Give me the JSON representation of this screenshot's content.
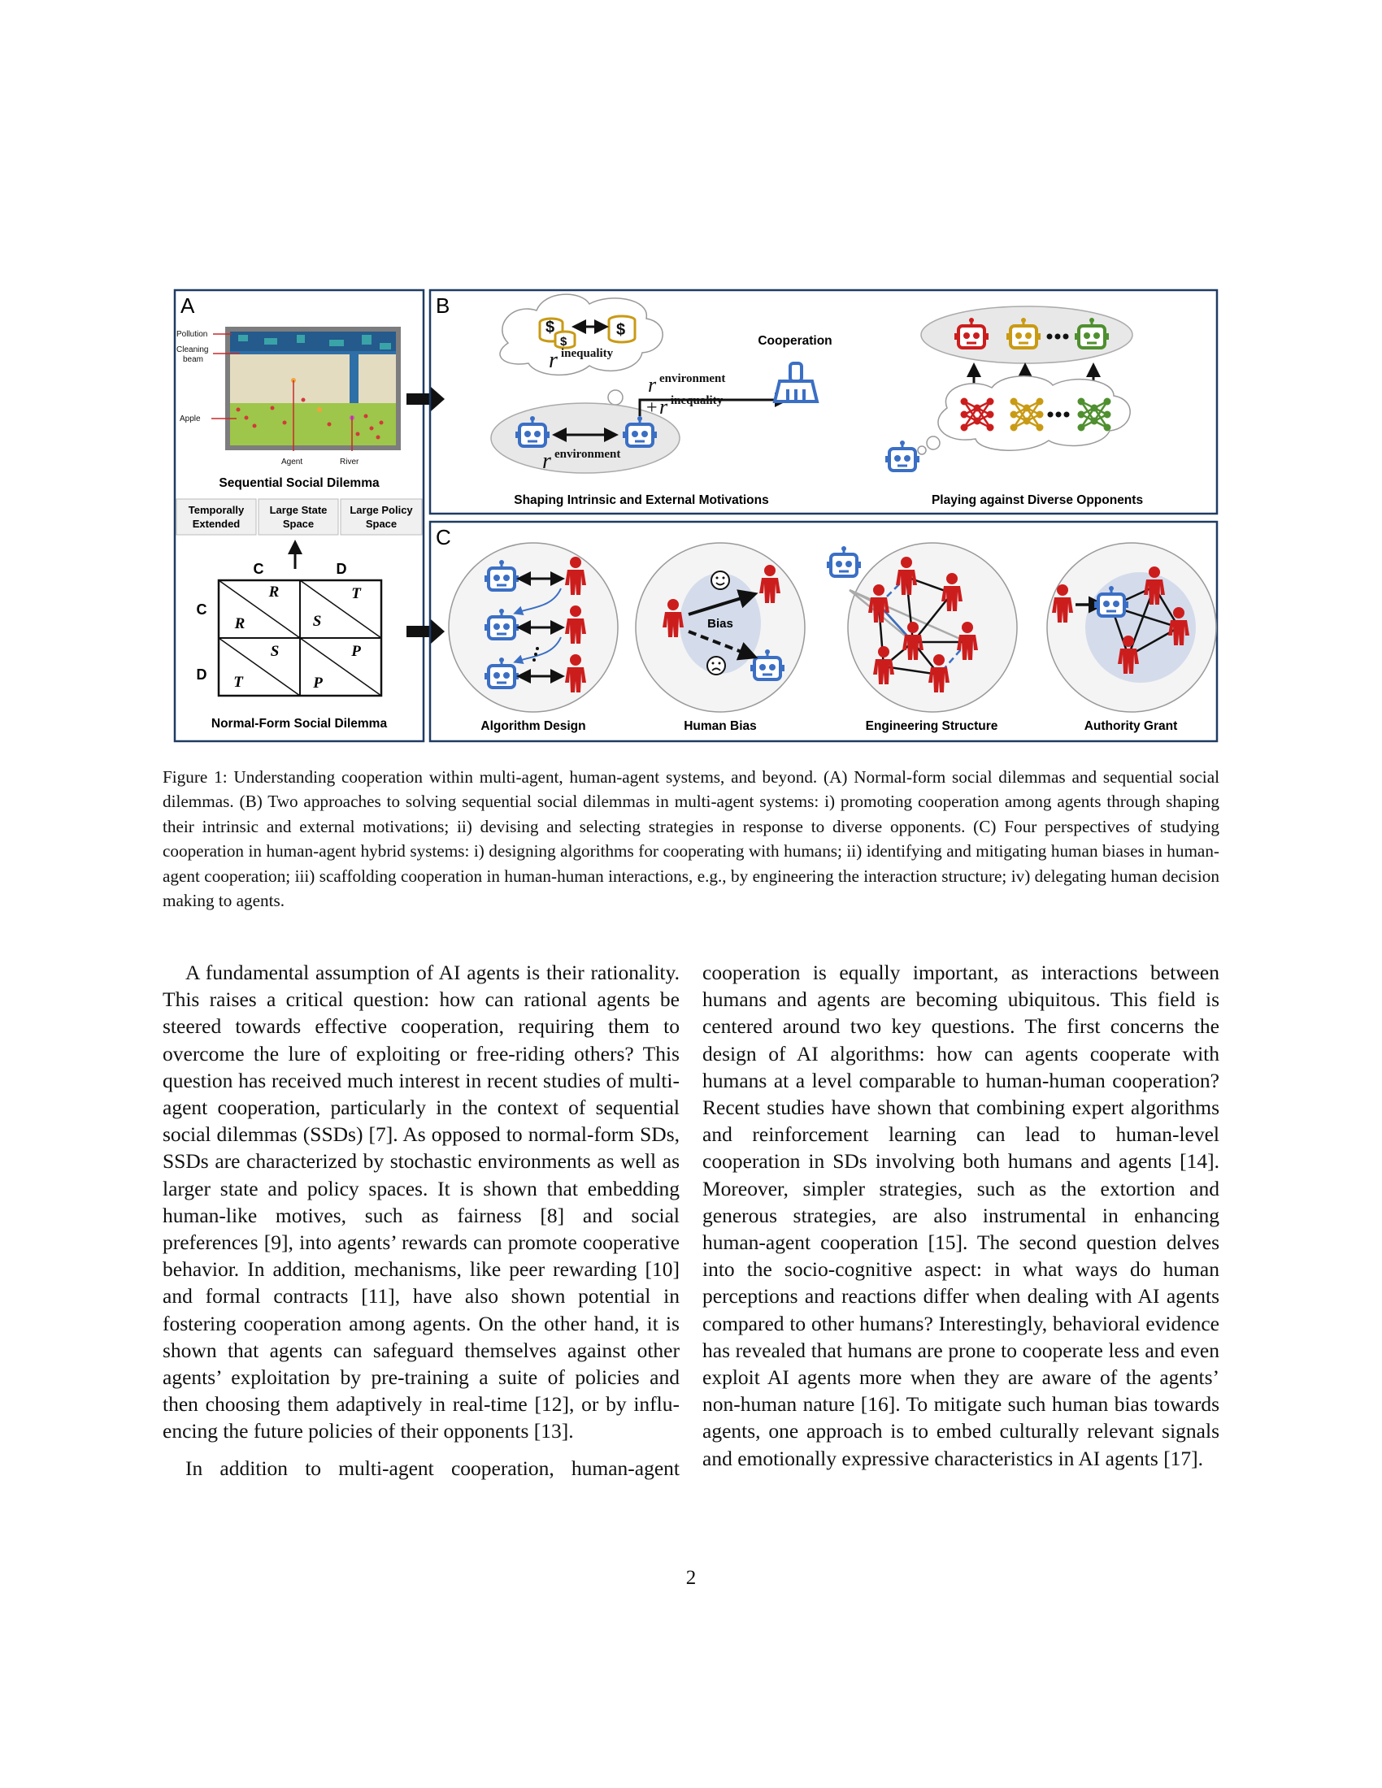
{
  "figure": {
    "panelA": {
      "letter": "A",
      "labels": {
        "pollution": "Pollution",
        "cleaning": "Cleaning",
        "beam": "beam",
        "apple": "Apple",
        "agent": "Agent",
        "river": "River"
      },
      "ssd_title": "Sequential Social Dilemma",
      "features": [
        {
          "line1": "Temporally",
          "line2": "Extended"
        },
        {
          "line1": "Large State",
          "line2": "Space"
        },
        {
          "line1": "Large Policy",
          "line2": "Space"
        }
      ],
      "matrix": {
        "col_c": "C",
        "col_d": "D",
        "row_c": "C",
        "row_d": "D",
        "cells": {
          "cc_top": "R",
          "cc_bottom": "R",
          "cd_top": "T",
          "cd_bottom": "S",
          "dc_top": "S",
          "dc_bottom": "T",
          "dd_top": "P",
          "dd_bottom": "P"
        }
      },
      "nfsd_title": "Normal-Form Social Dilemma"
    },
    "panelB": {
      "letter": "B",
      "cooperation": "Cooperation",
      "r_inequality": "inequality",
      "r_environment": "environment",
      "r_env_right": "environment",
      "r_plus_ineq": "inequality",
      "shaping_title": "Shaping Intrinsic and External Motivations",
      "playing_title": "Playing against Diverse Opponents",
      "r_symbol": "r",
      "plus_symbol": "+",
      "dollar": "$"
    },
    "panelC": {
      "letter": "C",
      "bias": "Bias",
      "titles": [
        "Algorithm Design",
        "Human Bias",
        "Engineering Structure",
        "Authority Grant"
      ]
    },
    "colors": {
      "frame": "#1f3b63",
      "robot": "#3b6fc4",
      "human": "#cc1d1d",
      "gold": "#c99a14",
      "green": "#4f8f2f",
      "env_blue": "#2e6fa7",
      "env_sand": "#e4dcc0",
      "env_grass": "#9ec64a"
    }
  },
  "caption": "Figure 1: Understanding cooperation within multi-agent, human-agent systems, and beyond. (A) Normal-form social dilemmas and sequential social dilemmas. (B) Two approaches to solving sequential social dilemmas in multi-agent systems: i) promoting cooperation among agents through shaping their intrinsic and external motivations; ii) devising and selecting strategies in response to diverse opponents. (C) Four perspectives of studying cooperation in human-agent hybrid systems: i) designing algorithms for cooperating with humans; ii) identifying and mitigating human biases in human-agent cooperation; iii) scaffolding cooperation in human-human interactions, e.g., by engineering the interaction structure; iv) delegating human decision making to agents.",
  "body": {
    "left_p1": "A fundamental assumption of AI agents is their ratio­nality. This raises a critical question: how can rational agents be steered towards effective cooperation, requir­ing them to overcome the lure of exploiting or free-riding others? This question has received much interest in re­cent studies of multi-agent cooperation, particularly in the context of sequential social dilemmas (SSDs) [7]. As op­posed to normal-form SDs, SSDs are characterized by stochastic environments as well as larger state and pol­icy spaces. It is shown that embedding human-like mo­tives, such as fairness [8] and social preferences [9], into agents’ rewards can promote cooperative behavior. In ad­dition, mechanisms, like peer rewarding [10] and formal contracts [11], have also shown potential in fostering co­operation among agents. On the other hand, it is shown that agents can safeguard themselves against other agents’ exploitation by pre-training a suite of policies and then choosing them adaptively in real-time [12], or by influ­encing the future policies of their opponents [13].",
    "left_p2": "In addition to multi-agent cooperation, human-agent",
    "right_p1": "cooperation is equally important, as interactions between humans and agents are becoming ubiquitous. This field is centered around two key questions. The first concerns the design of AI algorithms: how can agents cooperate with humans at a level comparable to human-human co­operation? Recent studies have shown that combining expert algorithms and reinforcement learning can lead to human-level cooperation in SDs involving both humans and agents [14]. Moreover, simpler strategies, such as the extortion and generous strategies, are also instrumental in enhancing human-agent cooperation [15]. The second question delves into the socio-cognitive aspect: in what ways do human perceptions and reactions differ when dealing with AI agents compared to other humans? In­terestingly, behavioral evidence has revealed that humans are prone to cooperate less and even exploit AI agents more when they are aware of the agents’ non-human na­ture [16]. To mitigate such human bias towards agents, one approach is to embed culturally relevant signals and emotionally expressive characteristics in AI agents [17]."
  },
  "page_number": "2"
}
